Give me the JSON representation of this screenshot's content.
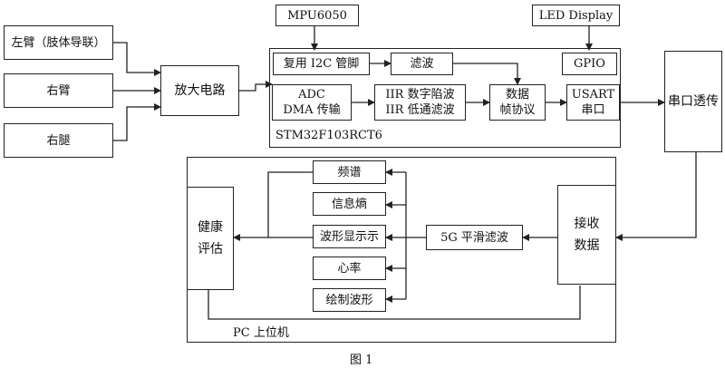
{
  "colors": {
    "line": "#222222",
    "background": "#ffffff"
  },
  "inputs": {
    "left_arm": "左臂（肢体导联）",
    "right_arm": "右臂",
    "right_leg": "右腿"
  },
  "amplifier": "放大电路",
  "mpu": "MPU6050",
  "led_display": "LED Display",
  "mcu": {
    "label": "STM32F103RCT6",
    "i2c": "复用 I2C 管脚",
    "filter": "滤波",
    "gpio": "GPIO",
    "adc_line1": "ADC",
    "adc_line2": "DMA 传输",
    "iir_line1": "IIR 数字陷波",
    "iir_line2": "IIR 低通滤波",
    "frame_line1": "数据",
    "frame_line2": "帧协议",
    "usart_line1": "USART",
    "usart_line2": "串口"
  },
  "serial": "串口透传",
  "pc": {
    "label": "PC 上位机",
    "receive_line1": "接收",
    "receive_line2": "数据",
    "smooth_filter": "5G 平滑滤波",
    "spectrum": "频谱",
    "entropy": "信息熵",
    "waveform": "波形显示示",
    "heart_rate": "心率",
    "draw_waveform": "绘制波形",
    "health_line1": "健康",
    "health_line2": "评估"
  },
  "caption": "图 1"
}
